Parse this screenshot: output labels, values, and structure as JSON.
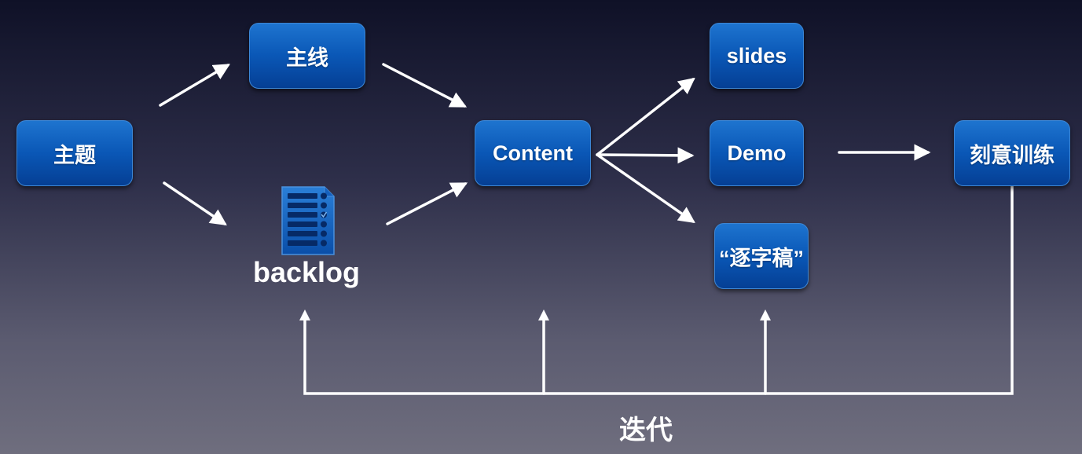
{
  "nodes": {
    "zhuti": "主题",
    "zhuxian": "主线",
    "content": "Content",
    "slides": "slides",
    "demo": "Demo",
    "zhuzi": "“逐字稿”",
    "xunlian": "刻意训练"
  },
  "backlog": {
    "label": "backlog",
    "icon": "document-list-icon"
  },
  "loop": {
    "label": "迭代"
  },
  "colors": {
    "node_fill": "#0a57b6",
    "arrow": "#ffffff",
    "background_top": "#0f1127",
    "background_bottom": "#6f6e7e"
  }
}
